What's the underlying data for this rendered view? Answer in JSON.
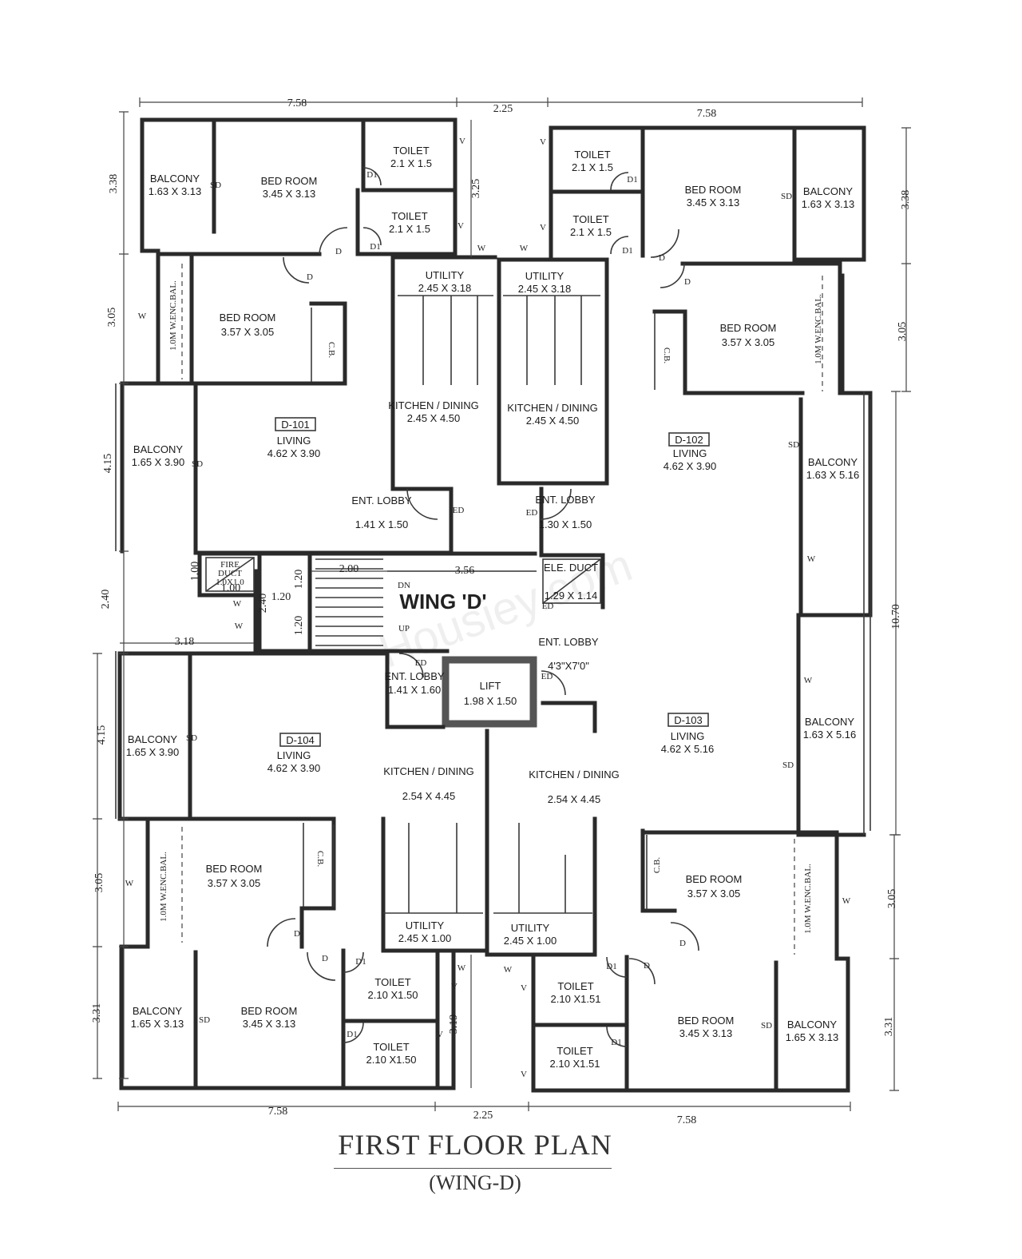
{
  "title": "FIRST FLOOR PLAN",
  "subtitle": "(WING-D)",
  "wing_label": "WING 'D'",
  "watermark": "Housiey.com",
  "rooms": [
    {
      "name": "BALCONY",
      "size": "1.63 X 3.13"
    },
    {
      "name": "BED ROOM",
      "size": "3.45 X 3.13"
    },
    {
      "name": "TOILET",
      "size": "2.1 X 1.5"
    },
    {
      "name": "TOILET",
      "size": "2.1 X 1.5"
    },
    {
      "name": "BED ROOM",
      "size": "3.57 X 3.05"
    },
    {
      "name": "UTILITY",
      "size": "2.45 X 3.18"
    },
    {
      "name": "KITCHEN / DINING",
      "size": "2.45 X 4.50"
    },
    {
      "name": "BALCONY",
      "size": "1.65 X 3.90"
    },
    {
      "name": "LIVING",
      "size": "4.62 X 3.90",
      "flat": "D-101"
    },
    {
      "name": "ENT. LOBBY",
      "size": "1.41 X 1.50"
    },
    {
      "name": "TOILET",
      "size": "2.1 X 1.5"
    },
    {
      "name": "TOILET",
      "size": "2.1 X 1.5"
    },
    {
      "name": "BED ROOM",
      "size": "3.45 X 3.13"
    },
    {
      "name": "BALCONY",
      "size": "1.63 X 3.13"
    },
    {
      "name": "UTILITY",
      "size": "2.45 X 3.18"
    },
    {
      "name": "BED ROOM",
      "size": "3.57 X 3.05"
    },
    {
      "name": "KITCHEN / DINING",
      "size": "2.45 X 4.50"
    },
    {
      "name": "LIVING",
      "size": "4.62 X 3.90",
      "flat": "D-102"
    },
    {
      "name": "BALCONY",
      "size": "1.63 X 5.16"
    },
    {
      "name": "ENT. LOBBY",
      "size": "1.30 X 1.50"
    },
    {
      "name": "ELE. DUCT",
      "size": "1.29 X 1.14"
    },
    {
      "name": "ENT. LOBBY",
      "size": "1.41 X 1.60"
    },
    {
      "name": "LIFT",
      "size": "1.98 X 1.50"
    },
    {
      "name": "ENT. LOBBY",
      "size": "4'3\"X7'0\""
    },
    {
      "name": "BALCONY",
      "size": "1.65 X 3.90"
    },
    {
      "name": "LIVING",
      "size": "4.62 X 3.90",
      "flat": "D-104"
    },
    {
      "name": "KITCHEN / DINING",
      "size": "2.54 X 4.45"
    },
    {
      "name": "LIVING",
      "size": "4.62 X 5.16",
      "flat": "D-103"
    },
    {
      "name": "BALCONY",
      "size": "1.63 X 5.16"
    },
    {
      "name": "KITCHEN / DINING",
      "size": "2.54 X 4.45"
    },
    {
      "name": "BED ROOM",
      "size": "3.57 X 3.05"
    },
    {
      "name": "UTILITY",
      "size": "2.45 X 1.00"
    },
    {
      "name": "UTILITY",
      "size": "2.45 X 1.00"
    },
    {
      "name": "BED ROOM",
      "size": "3.57 X 3.05"
    },
    {
      "name": "BALCONY",
      "size": "1.65 X 3.13"
    },
    {
      "name": "BED ROOM",
      "size": "3.45 X 3.13"
    },
    {
      "name": "TOILET",
      "size": "2.10 X1.50"
    },
    {
      "name": "TOILET",
      "size": "2.10 X1.50"
    },
    {
      "name": "TOILET",
      "size": "2.10 X1.51"
    },
    {
      "name": "TOILET",
      "size": "2.10 X1.51"
    },
    {
      "name": "BED ROOM",
      "size": "3.45 X 3.13"
    },
    {
      "name": "BALCONY",
      "size": "1.65 X 3.13"
    }
  ],
  "small_labels": [
    "FIRE",
    "DUCT",
    "1.0X1.0",
    "1.0M W.ENC.BAL.",
    "1.0M W.ENC.BAL.",
    "1.0M W.ENC.BAL.",
    "1.0M W.ENC.BAL.",
    "C.B.",
    "C.B.",
    "C.B.",
    "C.B.",
    "DN",
    "UP"
  ],
  "door_marks": [
    "SD",
    "D1",
    "D",
    "ED",
    "W",
    "V"
  ],
  "dimensions": [
    "7.58",
    "2.25",
    "7.58",
    "3.38",
    "3.05",
    "4.15",
    "2.40",
    "4.15",
    "3.05",
    "3.31",
    "3.38",
    "3.05",
    "10.70",
    "3.05",
    "3.31",
    "7.58",
    "2.25",
    "7.58",
    "3.25",
    "3.19",
    "3.18",
    "3.56",
    "2.00",
    "1.20",
    "1.20",
    "1.20",
    "2.40",
    "1.00",
    "1.00"
  ]
}
